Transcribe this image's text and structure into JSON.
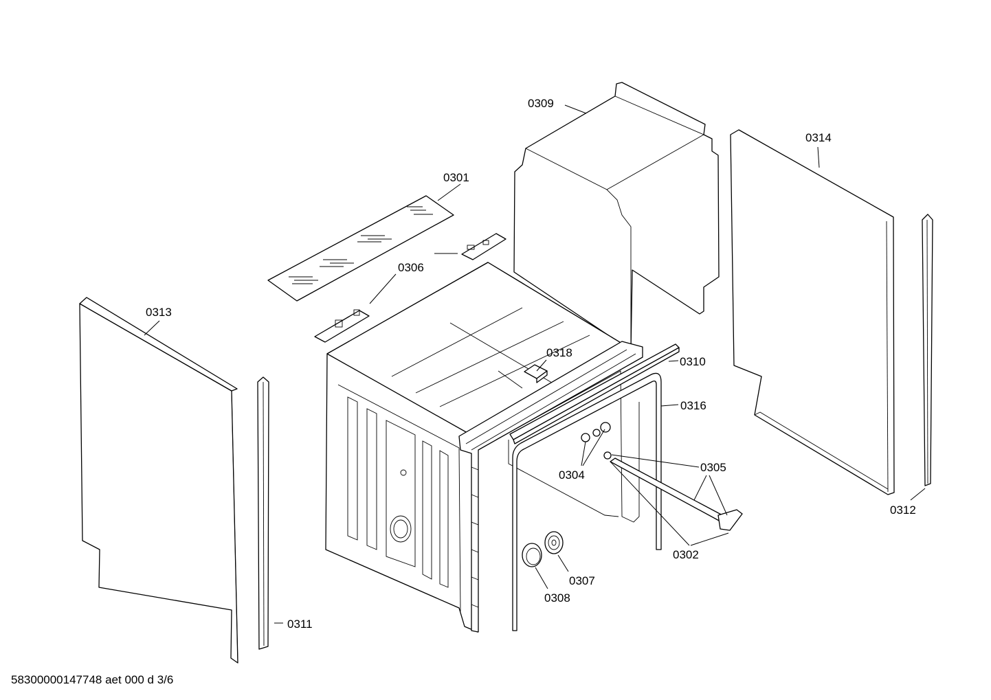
{
  "parts": {
    "p0301": "0301",
    "p0302": "0302",
    "p0304": "0304",
    "p0305": "0305",
    "p0306": "0306",
    "p0307": "0307",
    "p0308": "0308",
    "p0309": "0309",
    "p0310": "0310",
    "p0311": "0311",
    "p0312": "0312",
    "p0313": "0313",
    "p0314": "0314",
    "p0316": "0316",
    "p0318": "0318"
  },
  "footer": "58300000147748 aet 000 d 3/6"
}
